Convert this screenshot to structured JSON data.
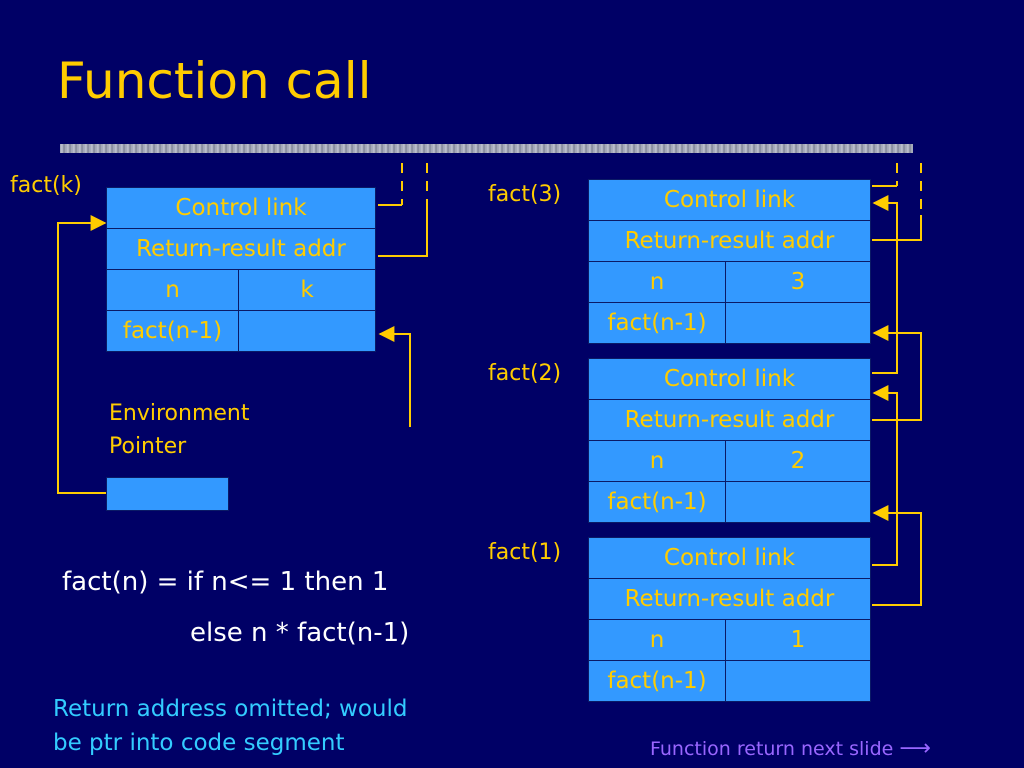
{
  "title": "Function call",
  "left_frame": {
    "label": "fact(k)",
    "control_link": "Control link",
    "return_result": "Return-result addr",
    "n_label": "n",
    "n_value": "k",
    "fact_label": "fact(n-1)",
    "fact_value": ""
  },
  "env_pointer": {
    "line1": "Environment",
    "line2": "Pointer"
  },
  "frames": [
    {
      "label": "fact(3)",
      "control_link": "Control link",
      "return_result": "Return-result addr",
      "n_label": "n",
      "n_value": "3",
      "fact_label": "fact(n-1)",
      "fact_value": ""
    },
    {
      "label": "fact(2)",
      "control_link": "Control link",
      "return_result": "Return-result addr",
      "n_label": "n",
      "n_value": "2",
      "fact_label": "fact(n-1)",
      "fact_value": ""
    },
    {
      "label": "fact(1)",
      "control_link": "Control link",
      "return_result": "Return-result addr",
      "n_label": "n",
      "n_value": "1",
      "fact_label": "fact(n-1)",
      "fact_value": ""
    }
  ],
  "code": {
    "line1": "fact(n) = if n<= 1  then 1",
    "line2": "else n * fact(n-1)"
  },
  "note": {
    "line1": "Return address omitted; would",
    "line2": "be ptr into code segment"
  },
  "footer": "Function return next slide",
  "footer_arrow": "⟶",
  "colors": {
    "background": "#000066",
    "cell": "#3399ff",
    "text": "#ffcc00",
    "code": "#ffffff",
    "note": "#33ccff",
    "footer": "#9966ff"
  }
}
